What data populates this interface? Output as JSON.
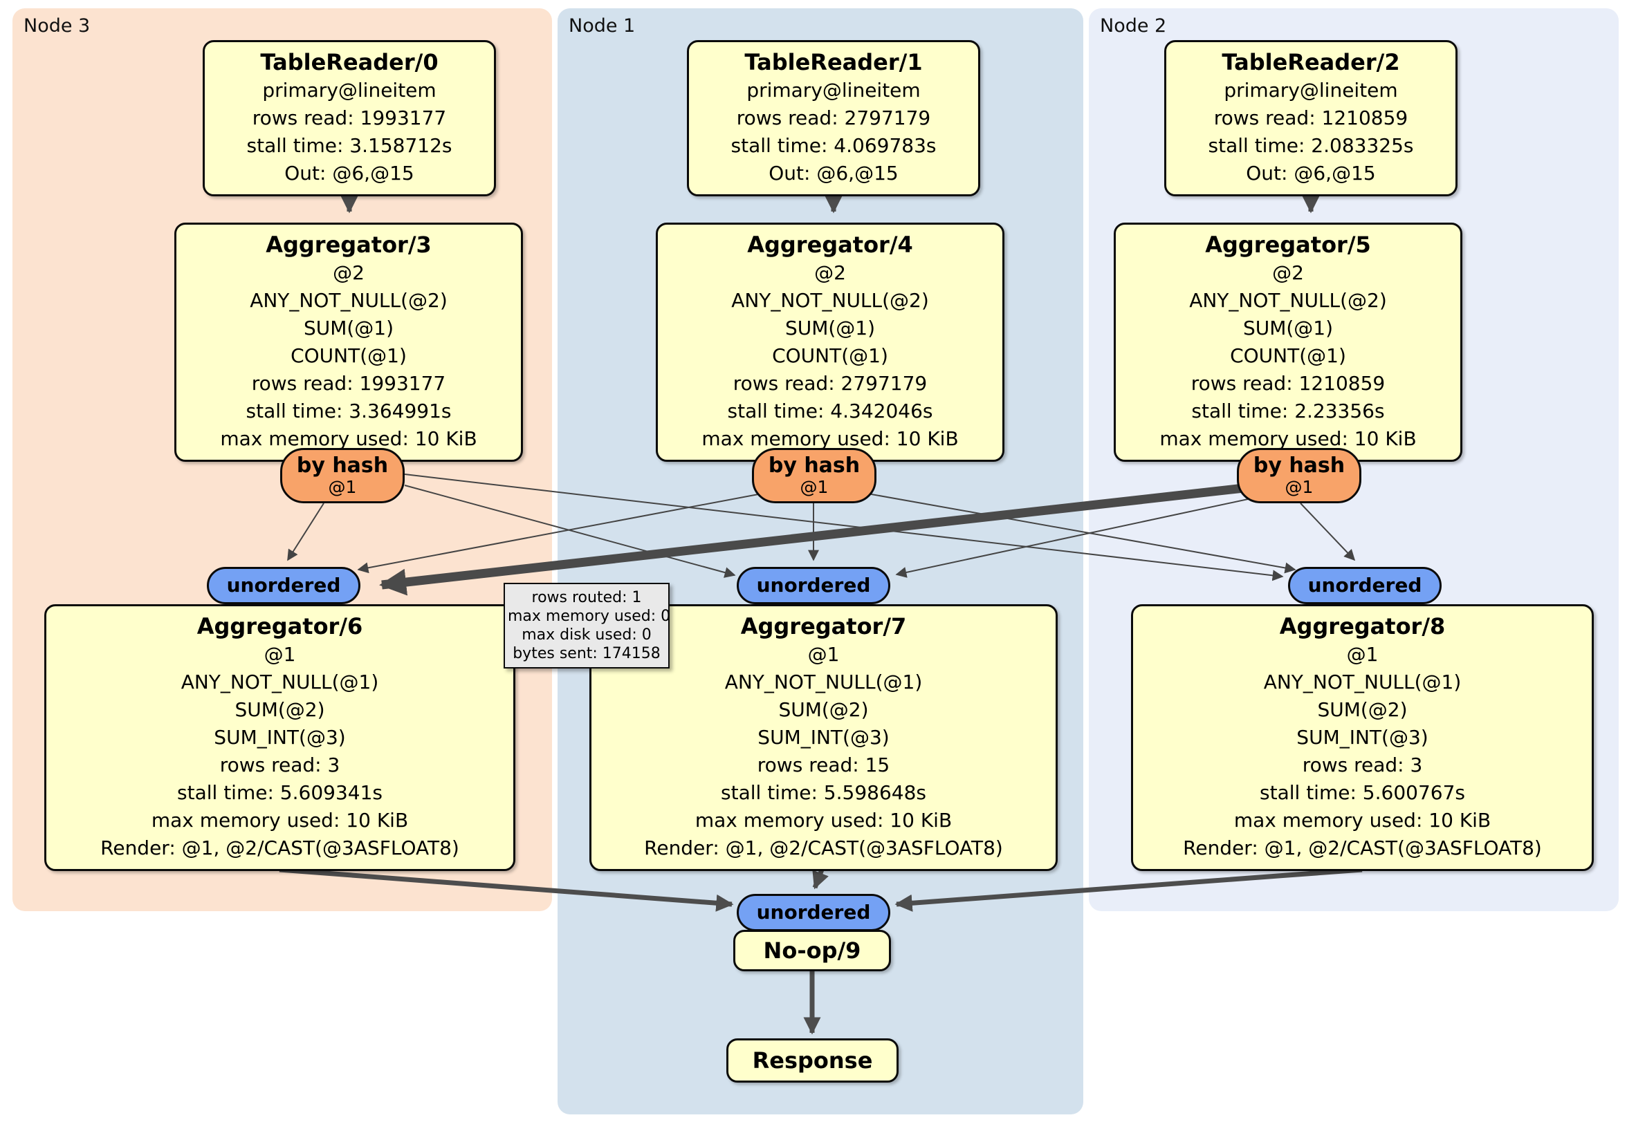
{
  "regions": {
    "node3": {
      "label": "Node 3",
      "color": "#fce3d0"
    },
    "node1": {
      "label": "Node 1",
      "color": "#d3e1ed"
    },
    "node2": {
      "label": "Node 2",
      "color": "#e9eef9"
    }
  },
  "processors": {
    "tr0": {
      "title": "TableReader/0",
      "lines": [
        "primary@lineitem",
        "rows read: 1993177",
        "stall time: 3.158712s",
        "Out: @6,@15"
      ]
    },
    "tr1": {
      "title": "TableReader/1",
      "lines": [
        "primary@lineitem",
        "rows read: 2797179",
        "stall time: 4.069783s",
        "Out: @6,@15"
      ]
    },
    "tr2": {
      "title": "TableReader/2",
      "lines": [
        "primary@lineitem",
        "rows read: 1210859",
        "stall time: 2.083325s",
        "Out: @6,@15"
      ]
    },
    "agg3": {
      "title": "Aggregator/3",
      "lines": [
        "@2",
        "ANY_NOT_NULL(@2)",
        "SUM(@1)",
        "COUNT(@1)",
        "rows read: 1993177",
        "stall time: 3.364991s",
        "max memory used: 10 KiB"
      ]
    },
    "agg4": {
      "title": "Aggregator/4",
      "lines": [
        "@2",
        "ANY_NOT_NULL(@2)",
        "SUM(@1)",
        "COUNT(@1)",
        "rows read: 2797179",
        "stall time: 4.342046s",
        "max memory used: 10 KiB"
      ]
    },
    "agg5": {
      "title": "Aggregator/5",
      "lines": [
        "@2",
        "ANY_NOT_NULL(@2)",
        "SUM(@1)",
        "COUNT(@1)",
        "rows read: 1210859",
        "stall time: 2.23356s",
        "max memory used: 10 KiB"
      ]
    },
    "agg6": {
      "title": "Aggregator/6",
      "lines": [
        "@1",
        "ANY_NOT_NULL(@1)",
        "SUM(@2)",
        "SUM_INT(@3)",
        "rows read: 3",
        "stall time: 5.609341s",
        "max memory used: 10 KiB",
        "Render: @1, @2/CAST(@3ASFLOAT8)"
      ]
    },
    "agg7": {
      "title": "Aggregator/7",
      "lines": [
        "@1",
        "ANY_NOT_NULL(@1)",
        "SUM(@2)",
        "SUM_INT(@3)",
        "rows read: 15",
        "stall time: 5.598648s",
        "max memory used: 10 KiB",
        "Render: @1, @2/CAST(@3ASFLOAT8)"
      ]
    },
    "agg8": {
      "title": "Aggregator/8",
      "lines": [
        "@1",
        "ANY_NOT_NULL(@1)",
        "SUM(@2)",
        "SUM_INT(@3)",
        "rows read: 3",
        "stall time: 5.600767s",
        "max memory used: 10 KiB",
        "Render: @1, @2/CAST(@3ASFLOAT8)"
      ]
    },
    "noop": {
      "title": "No-op/9"
    },
    "response": {
      "title": "Response"
    }
  },
  "routers": {
    "by_hash_label": "by hash",
    "by_hash_sub": "@1",
    "unordered_label": "unordered"
  },
  "tooltip": {
    "lines": [
      "rows routed: 1",
      "max memory used: 0",
      "max disk used: 0",
      "bytes sent: 174158"
    ]
  },
  "colors": {
    "processor_fill": "#ffffcc",
    "hash_router_fill": "#f8a369",
    "unordered_fill": "#74a1f4",
    "edge": "#4d4d4d",
    "tooltip_fill": "#e9e9e9"
  }
}
